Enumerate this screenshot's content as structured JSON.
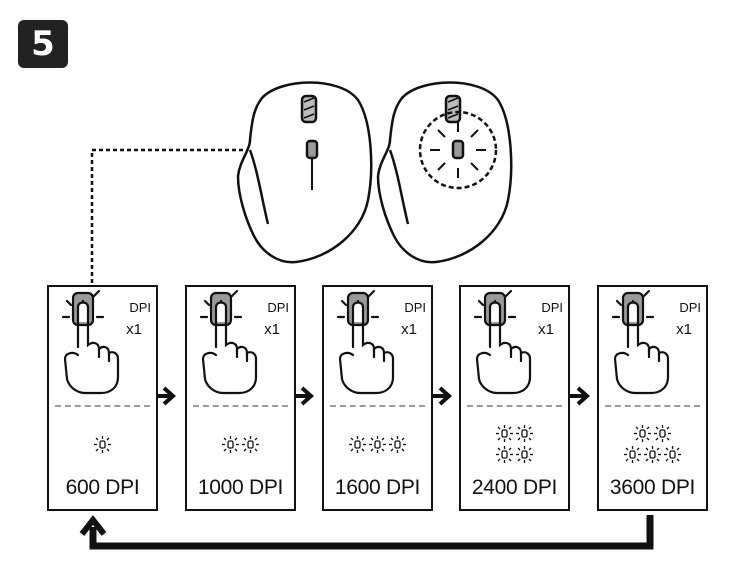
{
  "step_number": "5",
  "press_indicator": {
    "button_label": "DPI",
    "press_count": "x1"
  },
  "settings": [
    {
      "label": "600 DPI",
      "led_count": 1
    },
    {
      "label": "1000 DPI",
      "led_count": 2
    },
    {
      "label": "1600 DPI",
      "led_count": 3
    },
    {
      "label": "2400 DPI",
      "led_count": 4
    },
    {
      "label": "3600 DPI",
      "led_count": 5
    }
  ],
  "colors": {
    "ink": "#111111",
    "divider": "#9a9a9a",
    "button_fill": "#9a9a9a"
  },
  "icons": [
    "mouse-top-view-icon",
    "mouse-glowing-view-icon",
    "finger-press-icon",
    "led-blink-icon",
    "right-arrow-icon",
    "loop-back-arrow-icon"
  ]
}
